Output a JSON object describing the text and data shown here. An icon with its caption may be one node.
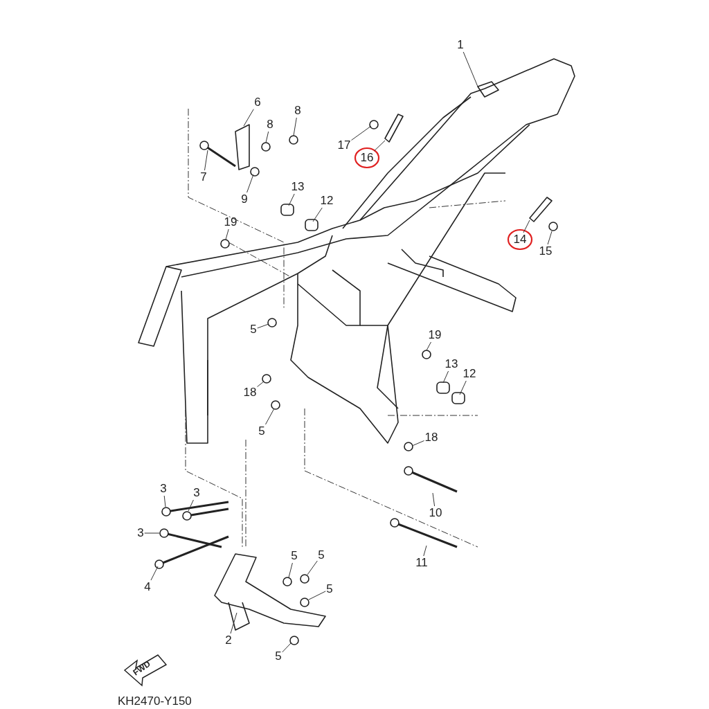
{
  "diagram": {
    "nodes": [
      {
        "text": [
          "1"
        ]
      },
      {
        "text": [
          "6"
        ]
      },
      {
        "text": [
          "8"
        ]
      },
      {
        "text": [
          "8"
        ]
      },
      {
        "text": [
          "7"
        ]
      },
      {
        "text": [
          "9"
        ]
      },
      {
        "text": [
          "17"
        ]
      },
      {
        "text": [
          "16"
        ]
      },
      {
        "text": [
          "13"
        ]
      },
      {
        "text": [
          "12"
        ]
      },
      {
        "text": [
          "19"
        ]
      },
      {
        "text": [
          "14"
        ]
      },
      {
        "text": [
          "15"
        ]
      },
      {
        "text": [
          "5"
        ]
      },
      {
        "text": [
          "19"
        ]
      },
      {
        "text": [
          "13"
        ]
      },
      {
        "text": [
          "12"
        ]
      },
      {
        "text": [
          "18"
        ]
      },
      {
        "text": [
          "5"
        ]
      },
      {
        "text": [
          "18"
        ]
      },
      {
        "text": [
          "10"
        ]
      },
      {
        "text": [
          "3"
        ]
      },
      {
        "text": [
          "3"
        ]
      },
      {
        "text": [
          "3"
        ]
      },
      {
        "text": [
          "11"
        ]
      },
      {
        "text": [
          "4"
        ]
      },
      {
        "text": [
          "5"
        ]
      },
      {
        "text": [
          "5"
        ]
      },
      {
        "text": [
          "5"
        ]
      },
      {
        "text": [
          "2"
        ]
      },
      {
        "text": [
          "5"
        ]
      }
    ],
    "edges": [
      {
        "from": 0,
        "to": null,
        "arrow": "none"
      },
      {
        "from": 1,
        "to": null,
        "arrow": "none"
      },
      {
        "from": 2,
        "to": null,
        "arrow": "none"
      },
      {
        "from": 3,
        "to": null,
        "arrow": "none"
      },
      {
        "from": 4,
        "to": null,
        "arrow": "none"
      },
      {
        "from": 5,
        "to": null,
        "arrow": "none"
      },
      {
        "from": 6,
        "to": null,
        "arrow": "none"
      },
      {
        "from": 7,
        "to": null,
        "arrow": "none"
      },
      {
        "from": 8,
        "to": null,
        "arrow": "none"
      },
      {
        "from": 9,
        "to": null,
        "arrow": "none"
      },
      {
        "from": 10,
        "to": null,
        "arrow": "none"
      },
      {
        "from": 11,
        "to": null,
        "arrow": "none"
      },
      {
        "from": 12,
        "to": null,
        "arrow": "none"
      },
      {
        "from": 13,
        "to": null,
        "arrow": "none"
      },
      {
        "from": 14,
        "to": null,
        "arrow": "none"
      },
      {
        "from": 15,
        "to": null,
        "arrow": "none"
      },
      {
        "from": 16,
        "to": null,
        "arrow": "none"
      },
      {
        "from": 17,
        "to": null,
        "arrow": "none"
      },
      {
        "from": 18,
        "to": null,
        "arrow": "none"
      },
      {
        "from": 19,
        "to": null,
        "arrow": "none"
      },
      {
        "from": 20,
        "to": null,
        "arrow": "none"
      },
      {
        "from": 21,
        "to": null,
        "arrow": "none"
      },
      {
        "from": 22,
        "to": null,
        "arrow": "none"
      },
      {
        "from": 23,
        "to": null,
        "arrow": "none"
      },
      {
        "from": 24,
        "to": null,
        "arrow": "none"
      },
      {
        "from": 25,
        "to": null,
        "arrow": "none"
      },
      {
        "from": 26,
        "to": null,
        "arrow": "none"
      },
      {
        "from": 27,
        "to": null,
        "arrow": "none"
      },
      {
        "from": 28,
        "to": null,
        "arrow": "none"
      },
      {
        "from": 29,
        "to": null,
        "arrow": "none"
      },
      {
        "from": 30,
        "to": null,
        "arrow": "none"
      }
    ],
    "labels": [
      "FWD",
      "KH2470-Y150"
    ]
  }
}
